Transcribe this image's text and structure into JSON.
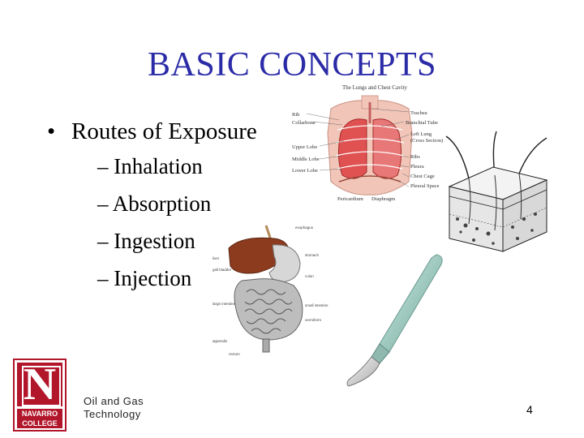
{
  "slide": {
    "title": "BASIC CONCEPTS",
    "main_bullet": "Routes of Exposure",
    "sub_bullets": [
      "– Inhalation",
      "– Absorption",
      "– Ingestion",
      "– Injection"
    ],
    "footer_line1": "Oil and Gas",
    "footer_line2": "Technology",
    "page_number": "4"
  },
  "logo": {
    "letter": "N",
    "line1": "NAVARRO",
    "line2": "COLLEGE"
  },
  "lungs_diagram": {
    "title": "The Lungs and Chest Cavity",
    "left_labels": [
      "Rib",
      "Collarbone",
      "Upper Lobe",
      "Middle Lobe",
      "Lower Lobe"
    ],
    "right_labels": [
      "Trachea",
      "Branchial Tube",
      "Left Lung",
      "(Cross Section)",
      "Ribs",
      "Pleura",
      "Chest Cage",
      "Pleural Space"
    ],
    "bottom_labels": [
      "Pericardium",
      "Diaphragm"
    ]
  },
  "digestive_diagram": {
    "labels": [
      "esophagus",
      "liver",
      "stomach",
      "vermiform",
      "colon",
      "small intestine",
      "appendix",
      "rectum",
      "gall bladder",
      "large intestine"
    ]
  },
  "colors": {
    "title": "#2b2ba8",
    "brand": "#b1162b"
  }
}
